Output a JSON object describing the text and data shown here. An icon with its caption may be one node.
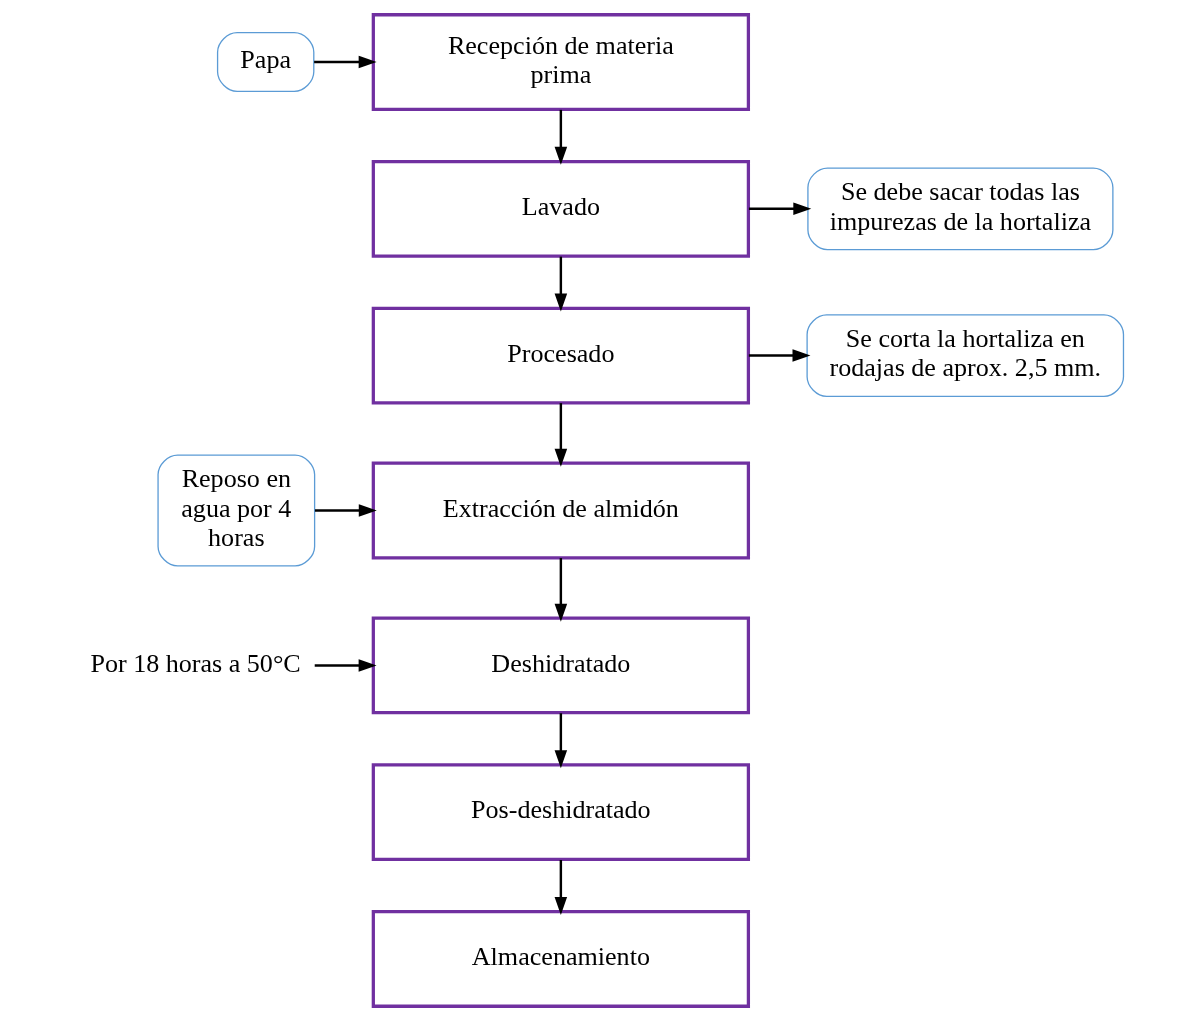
{
  "diagram": {
    "nodes": [
      {
        "text": [
          "Recepción de materia prima"
        ]
      },
      {
        "text": [
          "Lavado"
        ]
      },
      {
        "text": [
          "Procesado"
        ]
      },
      {
        "text": [
          "Extracción de almidón"
        ]
      },
      {
        "text": [
          "Deshidratado"
        ]
      },
      {
        "text": [
          "Pos-deshidratado"
        ]
      },
      {
        "text": [
          "Almacenamiento"
        ]
      },
      {
        "text": [
          "Papa"
        ]
      },
      {
        "text": [
          "Se debe sacar todas las impurezas de la hortaliza"
        ]
      },
      {
        "text": [
          "Se corta la hortaliza en rodajas de aprox. 2,5 mm."
        ]
      },
      {
        "text": [
          "Reposo en agua por 4 horas"
        ]
      },
      {
        "text": [
          "Por 18 horas a 50°C"
        ]
      }
    ],
    "edges": [
      {
        "from": 7,
        "to": 0,
        "arrow": "to"
      },
      {
        "from": 0,
        "to": 1,
        "arrow": "to"
      },
      {
        "from": 1,
        "to": 8,
        "arrow": "to"
      },
      {
        "from": 1,
        "to": 2,
        "arrow": "to"
      },
      {
        "from": 2,
        "to": 9,
        "arrow": "to"
      },
      {
        "from": 2,
        "to": 3,
        "arrow": "to"
      },
      {
        "from": 10,
        "to": 3,
        "arrow": "to"
      },
      {
        "from": 3,
        "to": 4,
        "arrow": "to"
      },
      {
        "from": 11,
        "to": 4,
        "arrow": "to"
      },
      {
        "from": 4,
        "to": 5,
        "arrow": "to"
      },
      {
        "from": 5,
        "to": 6,
        "arrow": "to"
      }
    ]
  }
}
